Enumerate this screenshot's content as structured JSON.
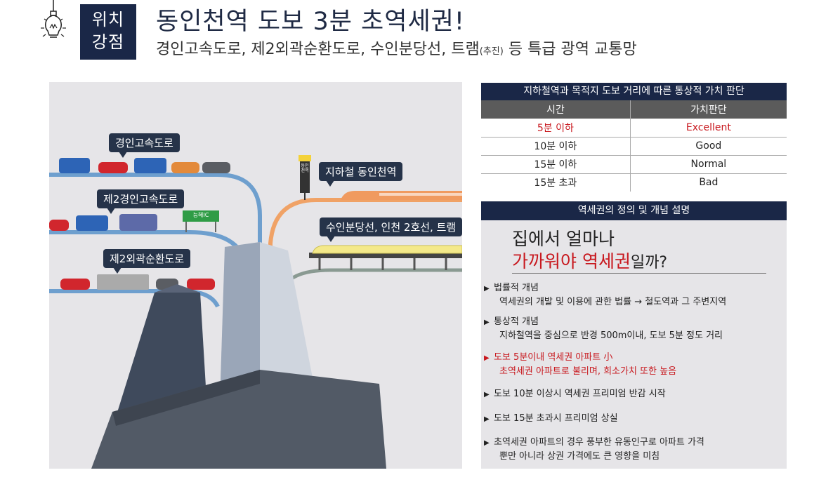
{
  "header": {
    "badge_line1": "위치",
    "badge_line2": "강점",
    "headline": "동인천역 도보 3분 초역세권!",
    "subline_main": "경인고속도로, 제2외곽순환도로, 수인분당선, 트램",
    "subline_small": "(추진)",
    "subline_tail": " 등 특급 광역 교통망"
  },
  "illustration": {
    "bubble_highway1": "경인고속도로",
    "bubble_highway2": "제2경인고속도로",
    "bubble_ring": "제2외곽순환도로",
    "bubble_subway": "지하철 동인천역",
    "bubble_lines": "수인분당선, 인천 2호선, 트램",
    "ic_sign": "능해IC",
    "station_sign": "동인천역"
  },
  "table": {
    "title": "지하철역과 목적지 도보 거리에 따른 통상적 가치 판단",
    "headers": [
      "시간",
      "가치판단"
    ],
    "rows": [
      {
        "time": "5분 이하",
        "value": "Excellent"
      },
      {
        "time": "10분 이하",
        "value": "Good"
      },
      {
        "time": "15분 이하",
        "value": "Normal"
      },
      {
        "time": "15분 초과",
        "value": "Bad"
      }
    ]
  },
  "explanation": {
    "title": "역세권의 정의 및 개념 설명",
    "question_line1": "집에서 얼마나",
    "question_line2_red": "가까워야 역세권",
    "question_line2_tail": "일까?",
    "items": [
      {
        "head": "법률적 개념",
        "body": "역세권의 개발 및 이용에 관한 법률 → 철도역과 그 주변지역"
      },
      {
        "head": "통상적 개념",
        "body": "지하철역을 중심으로 반경 500m이내, 도보 5분 정도 거리"
      },
      {
        "head": "도보 5분이내 역세권 아파트 小",
        "body": "초역세권 아파트로 불리며, 희소가치 또한 높음"
      },
      {
        "head": "도보 10분 이상시 역세권 프리미엄 반감 시작",
        "body": ""
      },
      {
        "head": "도보 15분 초과시 프리미엄 상실",
        "body": ""
      },
      {
        "head": "초역세권 아파트의 경우 풍부한 유동인구로 아파트 가격",
        "body": "뿐만 아니라 상권 가격에도 큰 영향을 미침"
      }
    ]
  },
  "colors": {
    "navy": "#1a2747",
    "accent_red": "#c8181e",
    "road_blue": "#6e9fce",
    "rail_orange": "#f0a266"
  }
}
